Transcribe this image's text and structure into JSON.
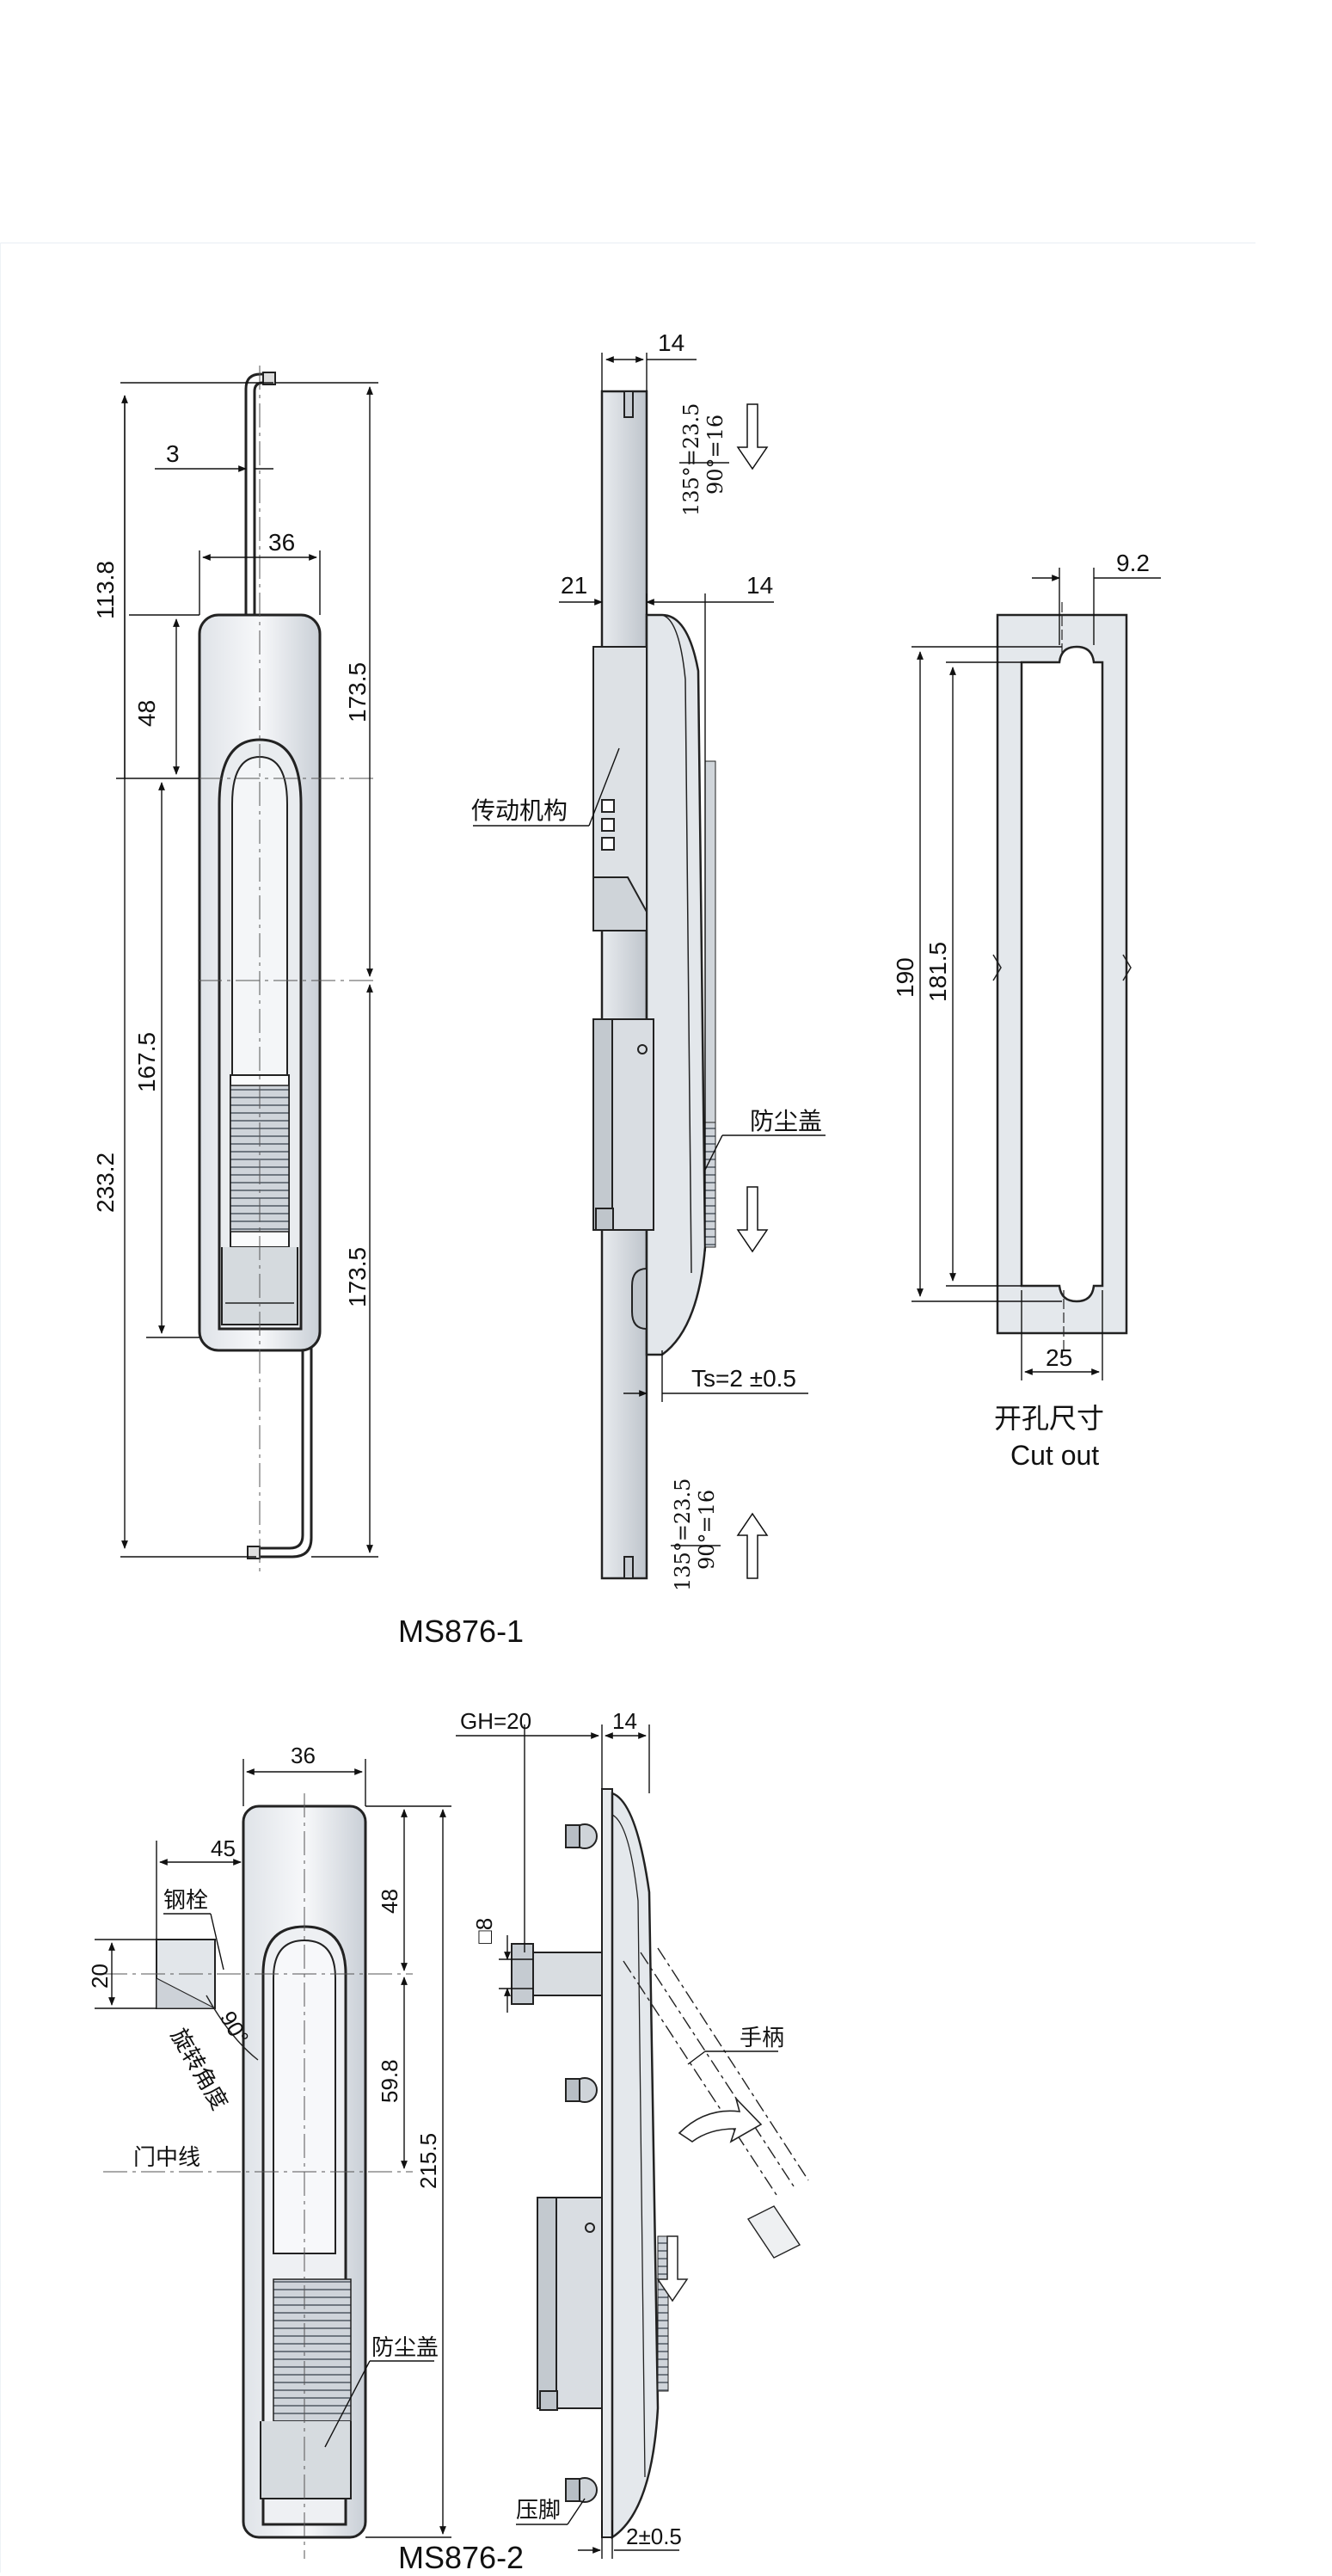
{
  "drawing": {
    "title_top": "MS876-1",
    "title_bottom": "MS876-2"
  },
  "view1": {
    "dims": {
      "d3": "3",
      "d36": "36",
      "d113_8": "113.8",
      "d48": "48",
      "d173_5_top": "173.5",
      "d167_5": "167.5",
      "d233_2": "233.2",
      "d173_5_bot": "173.5"
    }
  },
  "view2": {
    "dims": {
      "d14_top": "14",
      "d21": "21",
      "d14_mid": "14",
      "angle_a": "135°=23.5",
      "angle_b": "90°=16",
      "ts": "Ts=2 ±0.5"
    },
    "labels": {
      "mechanism": "传动机构",
      "dust_cover": "防尘盖"
    }
  },
  "cutout": {
    "dims": {
      "d9_2": "9.2",
      "d190": "190",
      "d181_5": "181.5",
      "d25": "25"
    },
    "title_cn": "开孔尺寸",
    "title_en": "Cut out"
  },
  "view3": {
    "dims": {
      "d36": "36",
      "d45": "45",
      "d20": "20",
      "d48": "48",
      "d59_8": "59.8",
      "d215_5": "215.5",
      "angle": "90°"
    },
    "labels": {
      "bolt": "钢栓",
      "rotation": "旋转角度",
      "door_center": "门中线",
      "dust_cover": "防尘盖"
    }
  },
  "view4": {
    "dims": {
      "gh": "GH=20",
      "d14": "14",
      "sq8": "□8",
      "thick": "2±0.5"
    },
    "labels": {
      "handle": "手柄",
      "press_foot": "压脚"
    }
  }
}
